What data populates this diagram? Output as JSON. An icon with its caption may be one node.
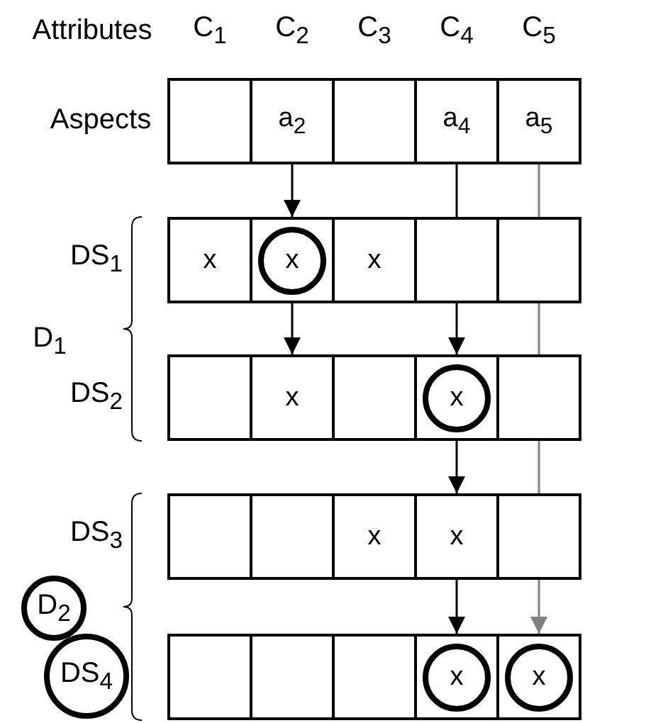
{
  "diagram": {
    "nodes": [
      {
        "text": [],
        "shape": "box"
      },
      {
        "text": [
          "a$_{2}$"
        ]
      },
      {
        "text": [],
        "shape": "box"
      },
      {
        "text": [
          "a$_{4}$"
        ]
      },
      {
        "text": [
          "a$_{5}$"
        ]
      },
      {
        "text": [
          "x"
        ]
      },
      {
        "text": [
          "x"
        ]
      },
      {
        "text": [
          "x"
        ]
      },
      {
        "text": [],
        "shape": "box"
      },
      {
        "text": [],
        "shape": "box"
      },
      {
        "text": [],
        "shape": "box"
      },
      {
        "text": [
          "x"
        ]
      },
      {
        "text": [],
        "shape": "box"
      },
      {
        "text": [
          "x"
        ]
      },
      {
        "text": [],
        "shape": "box"
      },
      {
        "text": [],
        "shape": "box"
      },
      {
        "text": [],
        "shape": "box"
      },
      {
        "text": [
          "x"
        ]
      },
      {
        "text": [
          "x"
        ]
      },
      {
        "text": [],
        "shape": "box"
      },
      {
        "text": [
          "D$_{2}$"
        ]
      },
      {
        "text": [
          "DS$_{4}$"
        ]
      },
      {
        "text": [],
        "shape": "box"
      },
      {
        "text": [],
        "shape": "box"
      },
      {
        "text": [],
        "shape": "box"
      },
      {
        "text": [
          "x"
        ]
      },
      {
        "text": [
          "x"
        ]
      }
    ],
    "edges": [
      {
        "from": 1,
        "to": 6,
        "arrow": "to"
      },
      {
        "from": 6,
        "to": 11,
        "arrow": "to"
      },
      {
        "from": 3,
        "to": 8,
        "arrow": "none"
      },
      {
        "from": 8,
        "to": 13,
        "arrow": "to"
      },
      {
        "from": 13,
        "to": 18,
        "arrow": "to"
      },
      {
        "from": 18,
        "to": 25,
        "arrow": "to"
      },
      {
        "from": 4,
        "to": 9,
        "arrow": "none",
        "color": "#808080"
      },
      {
        "from": 9,
        "to": 14,
        "arrow": "none",
        "color": "#808080"
      },
      {
        "from": 14,
        "to": 19,
        "arrow": "none",
        "color": "#808080"
      },
      {
        "from": 19,
        "to": 26,
        "arrow": "to",
        "color": "#808080"
      }
    ],
    "labels": [
      "Attributes",
      "C$_{1}$",
      "C$_{2}$",
      "C$_{3}$",
      "C$_{4}$",
      "C$_{5}$",
      "Aspects",
      "DS$_{1}$",
      "D$_{1}$",
      "DS$_{2}$",
      "DS$_{3}$"
    ]
  }
}
